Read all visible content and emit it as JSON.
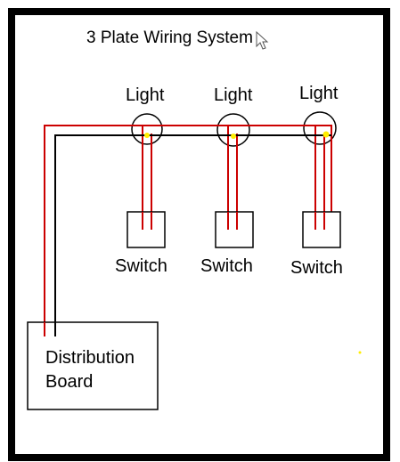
{
  "diagram": {
    "title": "3 Plate Wiring System",
    "lights": [
      {
        "label": "Light"
      },
      {
        "label": "Light"
      },
      {
        "label": "Light"
      }
    ],
    "switches": [
      {
        "label": "Switch"
      },
      {
        "label": "Switch"
      },
      {
        "label": "Switch"
      }
    ],
    "distribution_board": {
      "line1": "Distribution",
      "line2": "Board"
    },
    "colors": {
      "live_wire": "#cc0000",
      "neutral_wire": "#000000",
      "junction_dot": "#ffee00",
      "frame": "#000000"
    }
  }
}
